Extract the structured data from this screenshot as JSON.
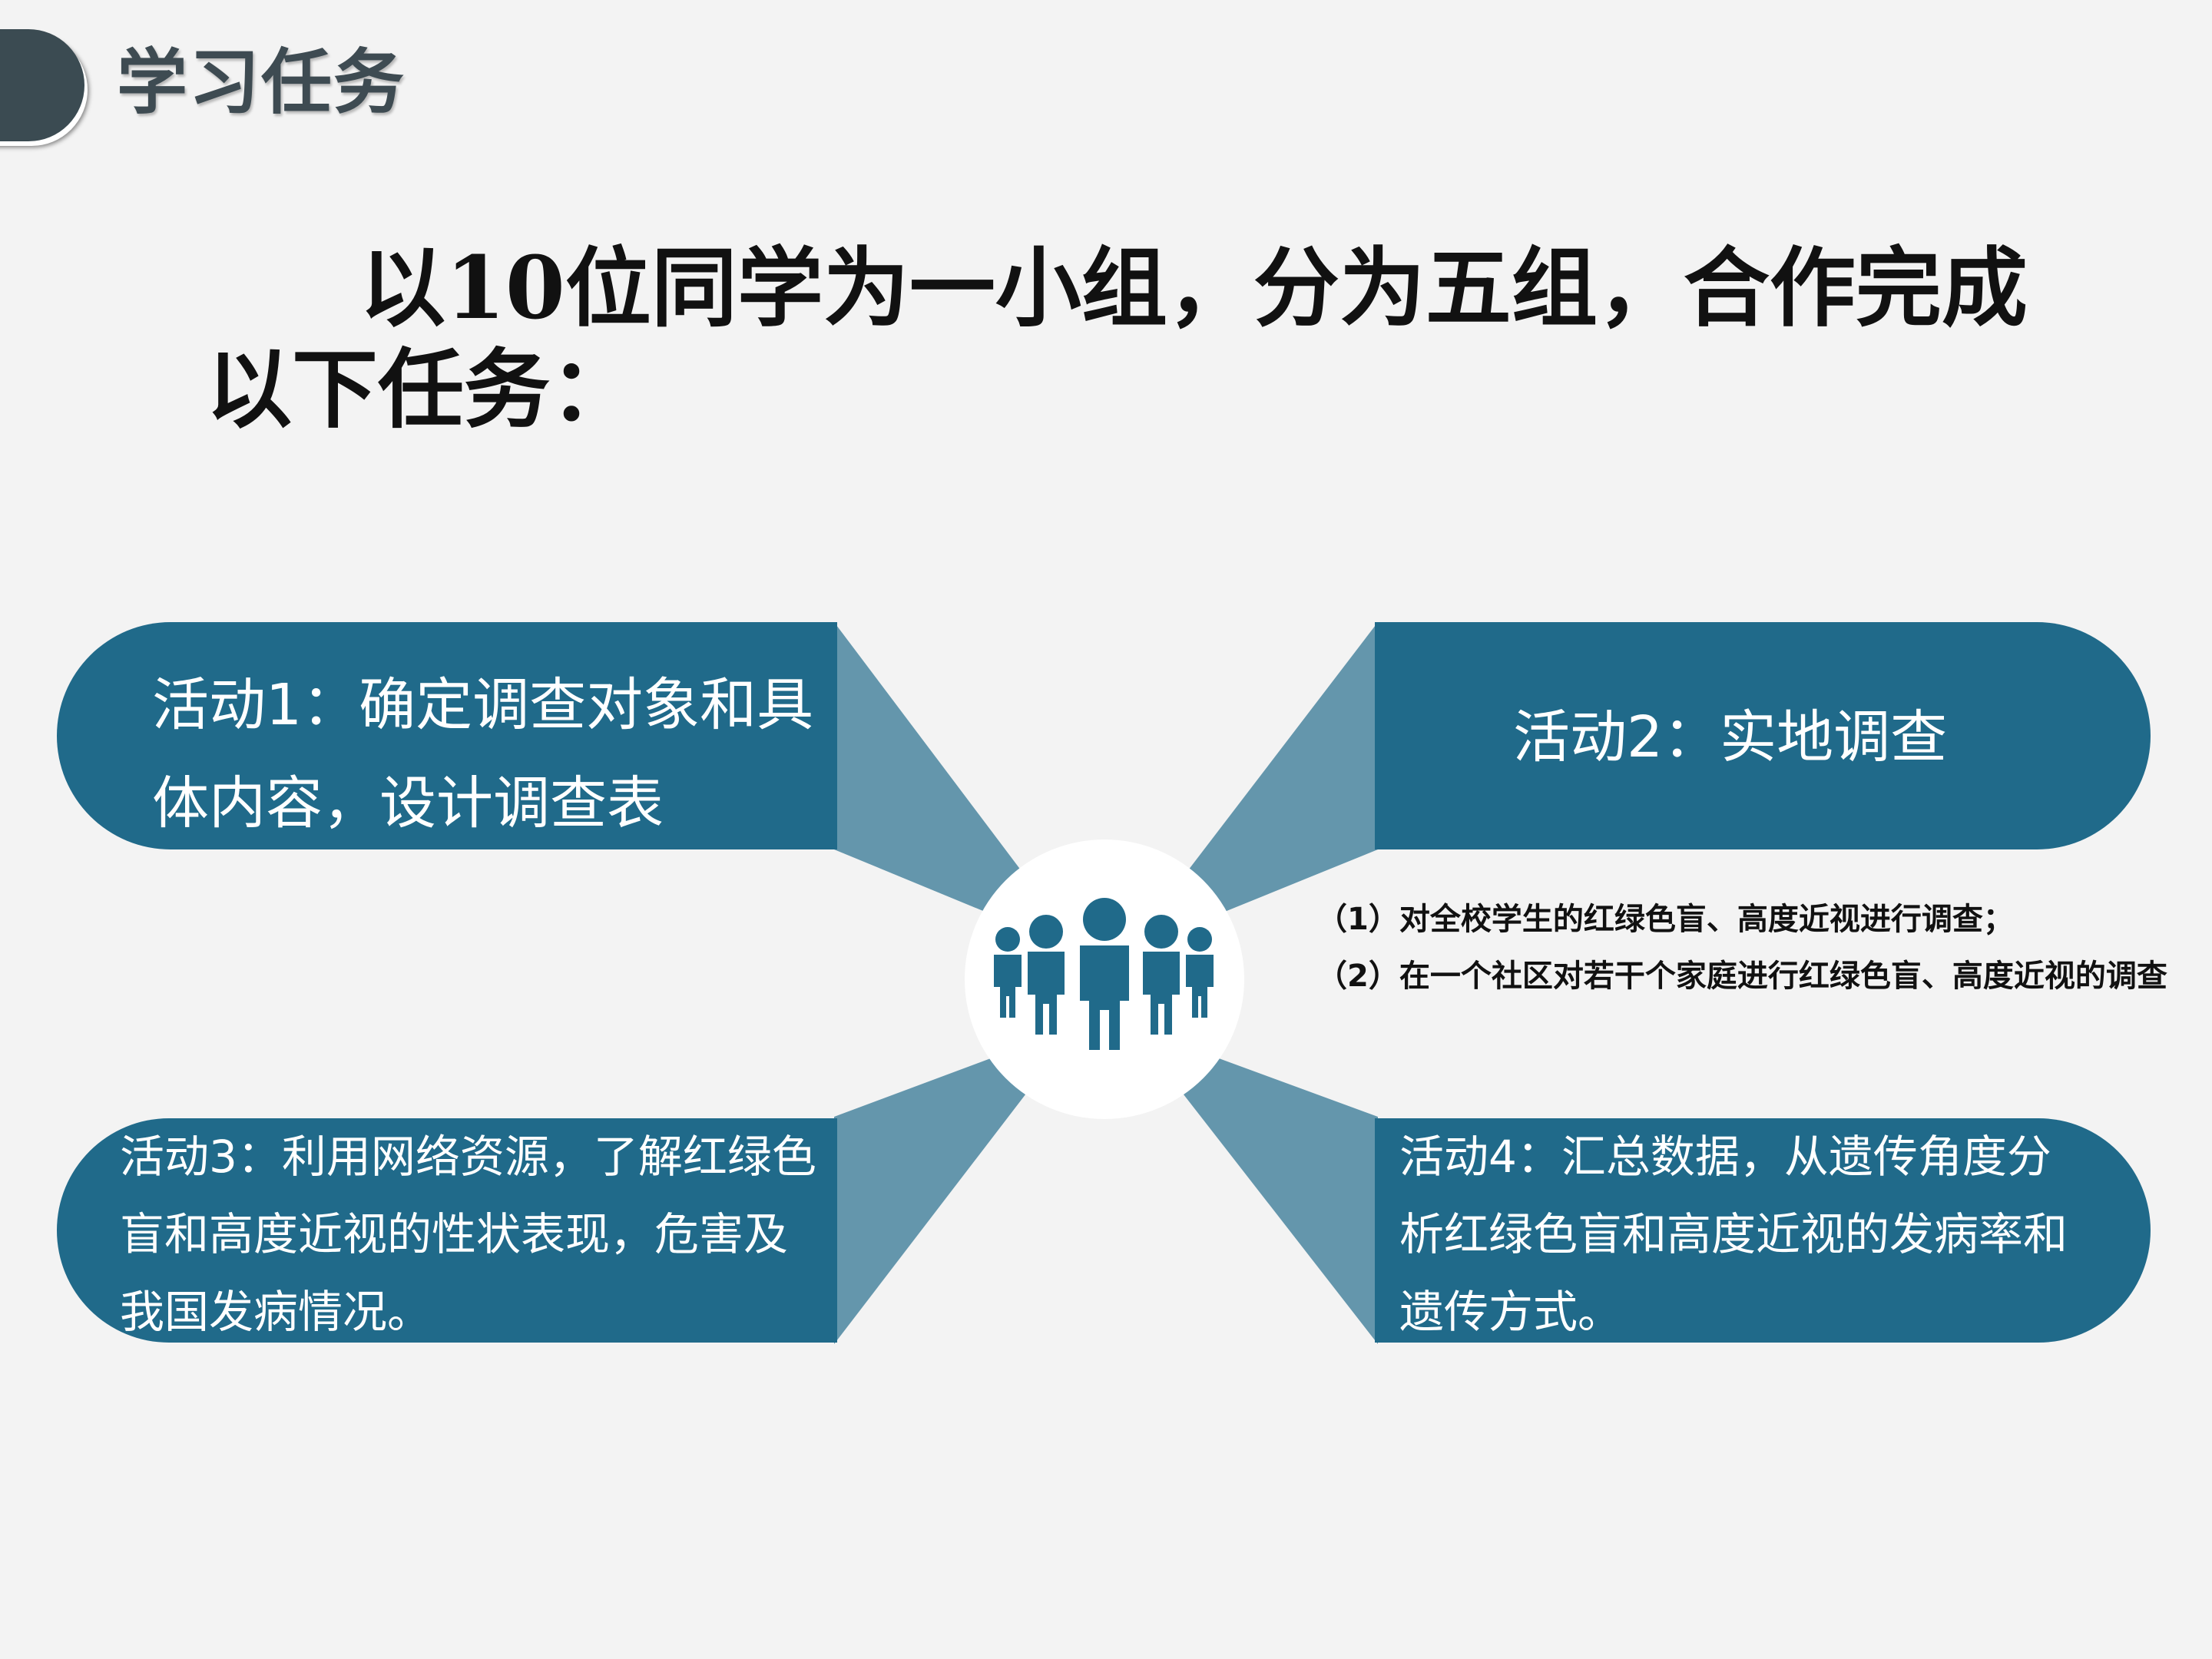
{
  "header": {
    "title": "学习任务"
  },
  "intro": {
    "text": "以10位同学为一小组，分为五组，合作完成以下任务："
  },
  "activities": [
    {
      "text": "活动1：确定调查对象和具体内容，设计调查表"
    },
    {
      "text": "活动2：实地调查"
    },
    {
      "text": "活动3：利用网络资源，了解红绿色盲和高度近视的性状表现，危害及我国发病情况。"
    },
    {
      "text": "活动4：汇总数据，从遗传角度分析红绿色盲和高度近视的发病率和遗传方式。"
    }
  ],
  "sub_tasks": [
    "（1）对全校学生的红绿色盲、高度近视进行调查；",
    "（2）在一个社区对若干个家庭进行红绿色盲、高度近视的调查"
  ],
  "center_icon": "people-group-icon",
  "colors": {
    "pill": "#206a8a",
    "connector": "#6496ac",
    "header_tab": "#3b4b52",
    "icon": "#206a8a"
  }
}
